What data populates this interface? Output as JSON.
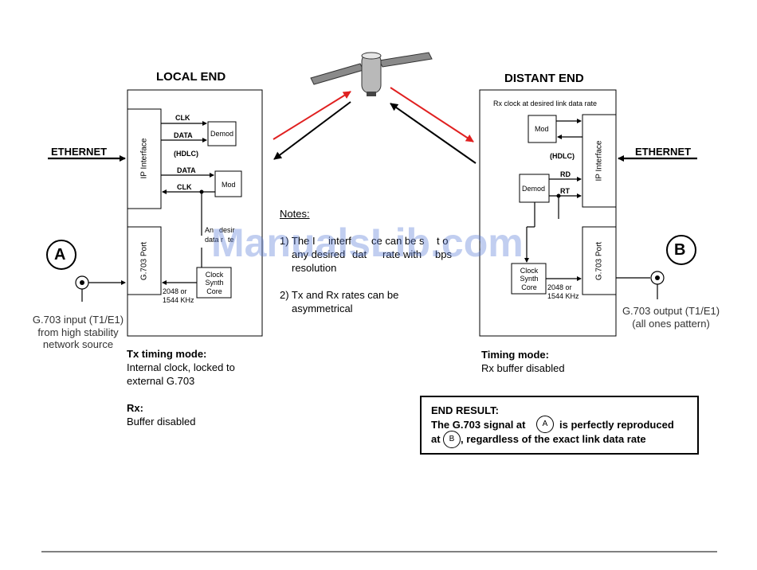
{
  "local": {
    "title": "LOCAL END",
    "ethernet": "ETHERNET",
    "ip_interface": "IP Interface",
    "clk": "CLK",
    "data": "DATA",
    "demod": "Demod",
    "hdlc": "(HDLC)",
    "data2": "DATA",
    "clk2": "CLK",
    "mod": "Mod",
    "g703_port": "G.703 Port",
    "clock_line1": "An",
    "clock_line1b": "desir",
    "clock_line2": "data r",
    "clock_line2b": "te",
    "clock_synth": "Clock Synth Core",
    "freq": "2048 or 1544 KHz",
    "point": "A",
    "input_label": "G.703 input (T1/E1) from high stability network source",
    "tx_mode_title": "Tx timing mode:",
    "tx_mode_desc1": "Internal clock, locked to",
    "tx_mode_desc2": "external G.703",
    "rx_title": "Rx:",
    "rx_desc": "Buffer disabled"
  },
  "distant": {
    "title": "DISTANT END",
    "rx_clock_note": "Rx clock at desired link data rate",
    "mod": "Mod",
    "hdlc": "(HDLC)",
    "rd": "RD",
    "rt": "RT",
    "demod": "Demod",
    "ip_interface": "IP Interface",
    "ethernet": "ETHERNET",
    "g703_port": "G.703 Port",
    "clock_synth": "Clock Synth Core",
    "freq": "2048 or 1544 KHz",
    "point": "B",
    "output_label": "G.703 output (T1/E1) (all ones pattern)",
    "mode_title": "Timing mode:",
    "mode_desc": "Rx buffer disabled"
  },
  "notes": {
    "title": "Notes:",
    "n1_a": "1) The I",
    "n1_b": "interf",
    "n1_c": "ce can be s",
    "n1_d": "t o",
    "n1_e": "any desired",
    "n1_f": "dat",
    "n1_g": "rate",
    "n1_h": "with",
    "n1_i": "bps",
    "n1_line3": "resolution",
    "n2_line1": "2) Tx and Rx rates can be",
    "n2_line2": "asymmetrical"
  },
  "result": {
    "title": "END RESULT:",
    "line1a": "The G.703 signal at",
    "line1b": "is perfectly reproduced",
    "line2a": "at",
    "line2b": ", regardless of the exact link data rate",
    "marker_a": "A",
    "marker_b": "B"
  },
  "watermark": "ManualsLib.com",
  "colors": {
    "uplink": "#e02020",
    "downlink": "#000000",
    "watermark": "#5e7fd8"
  }
}
